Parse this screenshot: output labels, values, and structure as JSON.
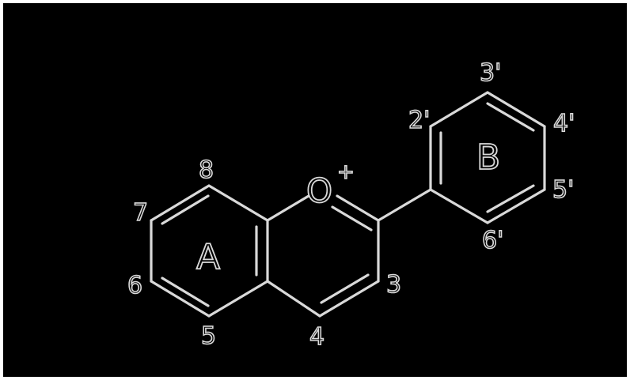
{
  "molecule": {
    "ring_labels": {
      "a": "A",
      "b": "B"
    },
    "heteroatom": {
      "symbol": "O",
      "charge": "+"
    },
    "positions": {
      "p2p": "2'",
      "p3p": "3'",
      "p4p": "4'",
      "p5p": "5'",
      "p6p": "6'",
      "p3": "3",
      "p4": "4",
      "p5": "5",
      "p6": "6",
      "p7": "7",
      "p8": "8"
    }
  },
  "colors": {
    "background": "#000000",
    "line": "#d9d9d9",
    "border": "#ffffff"
  }
}
